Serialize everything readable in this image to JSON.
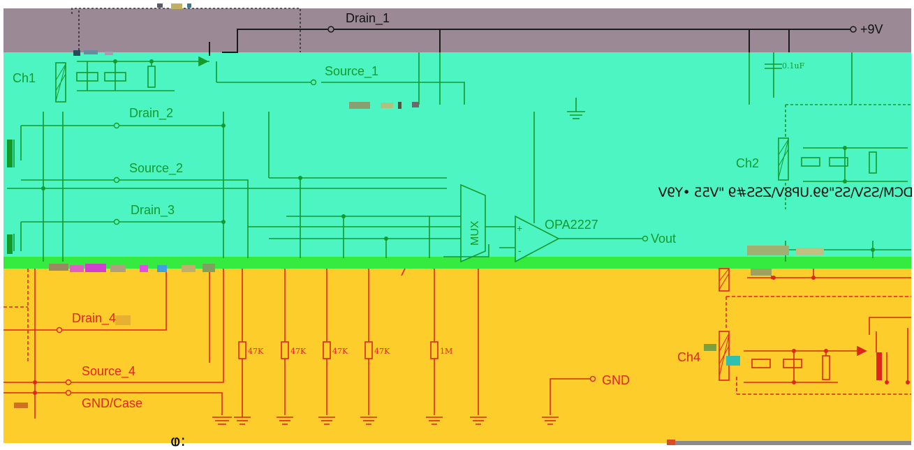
{
  "colors": {
    "purple_band": "#9B8A95",
    "green_band": "#4DF5C2",
    "yellow_band": "#FDCD2B",
    "green_strip": "#35EB3F",
    "dark_wire": "#1a1a1a",
    "green_wire": "#149A2A",
    "red_wire": "#E0251B"
  },
  "labels": {
    "drain_1": "Drain_1",
    "plus_9v": "+9V",
    "source_1": "Source_1",
    "ch1": "Ch1",
    "drain_2": "Drain_2",
    "source_2": "Source_2",
    "drain_3": "Drain_3",
    "mux": "MUX",
    "opamp": "OPA2227",
    "vout": "Vout",
    "ch2": "Ch2",
    "cap_value": "0.1uF",
    "drain_4": "Drain_4",
    "source_4": "Source_4",
    "gnd_case": "GND/Case",
    "gnd": "GND",
    "ch4": "Ch4",
    "r1": "47K",
    "r2": "47K",
    "r3": "47K",
    "r4": "47K",
    "r5": "1M",
    "plus_sign": "+",
    "minus_sign": "-"
  },
  "artifact_text": "DCM\\SSV\\SS\"99.UP8V\\ZSS#9 \"V55 •Y9V",
  "footer_symbol": "ⱷ:"
}
